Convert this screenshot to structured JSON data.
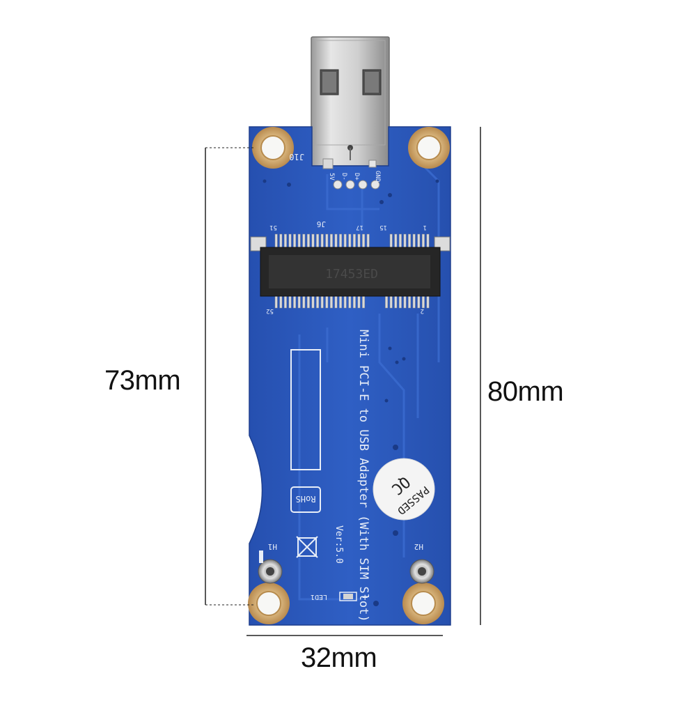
{
  "dimensions": {
    "inner_hole_spacing": "73mm",
    "total_length": "80mm",
    "width": "32mm"
  },
  "board": {
    "silkscreen_line1": "Mini PCI-E to USB Adapter (With SIM Slot)",
    "version": "Ver:5.0",
    "connector_marking": "17453ED",
    "ref_usb": "J10",
    "ref_slot": "J6",
    "ref_hole1": "H1",
    "ref_hole2": "H2",
    "ref_led": "LED1",
    "pin_5v": "5V",
    "pin_dminus": "D-",
    "pin_dplus": "D+",
    "pin_gnd": "GND",
    "pin_51": "51",
    "pin_17": "17",
    "pin_15": "15",
    "pin_1": "1",
    "pin_52": "52",
    "pin_2": "2",
    "rohs": "RoHS",
    "led_plus": "+"
  },
  "qc_sticker": {
    "line1": "QC",
    "line2": "PASSED"
  },
  "colors": {
    "pcb": "#2a55b8",
    "pcb_dark": "#1f4498",
    "copper": "#c9a36a",
    "silkscreen": "#e8eef8",
    "connector": "#2b2b2b"
  }
}
